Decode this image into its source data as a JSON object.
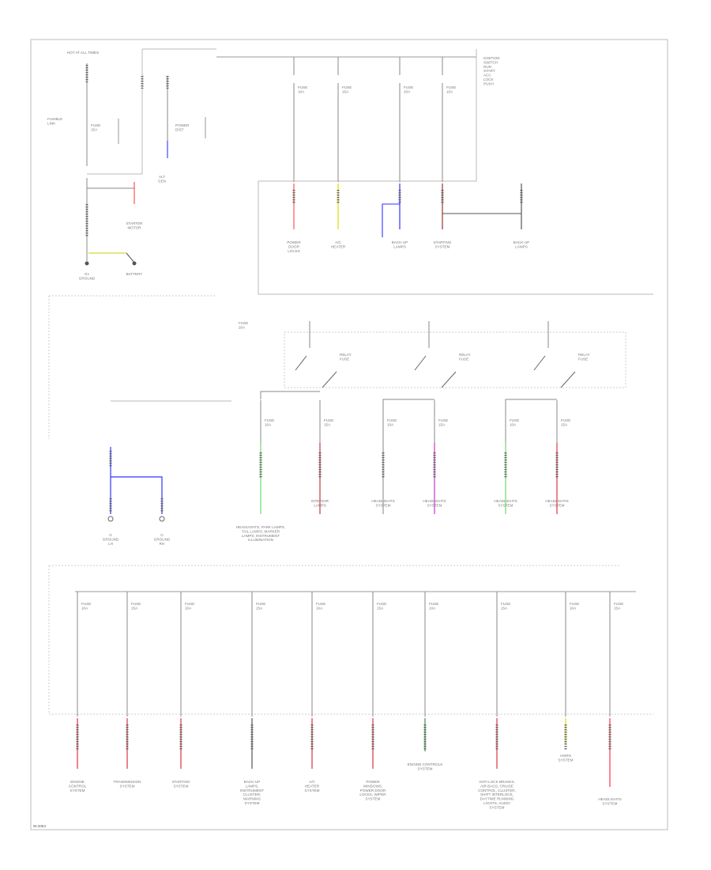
{
  "diagram": {
    "top_left": {
      "source_label": [
        "HOT AT ALL TIMES"
      ],
      "fusible_link_label": [
        "FUSIBLE",
        "LINK"
      ],
      "fuse_block_label": [
        "FUSE",
        "15A"
      ],
      "battery_label": [
        "BATTERY"
      ],
      "starter_label": [
        "STARTER",
        "MOTOR"
      ],
      "ground_label": [
        "G1",
        "GROUND"
      ],
      "alternator_label": [
        "ALT",
        "GEN"
      ],
      "power_label": [
        "POWER",
        "DIST"
      ]
    },
    "top_fuses": [
      {
        "label": [
          "FUSE",
          "10A"
        ]
      },
      {
        "label": [
          "FUSE",
          "15A"
        ]
      },
      {
        "label": [
          "FUSE",
          "20A"
        ]
      },
      {
        "label": [
          "FUSE",
          "10A"
        ]
      }
    ],
    "top_right_note": [
      "IGNITION",
      "SWITCH",
      "RUN",
      "START",
      "ACC",
      "LOCK",
      "PUSH"
    ],
    "top_loads": [
      {
        "label": [
          "POWER",
          "DOOR",
          "LOCKS"
        ]
      },
      {
        "label": [
          "A/C",
          "HEATER"
        ]
      },
      {
        "label": [
          "BACK-UP",
          "LAMPS"
        ]
      },
      {
        "label": [
          "STARTING",
          "SYSTEM"
        ]
      },
      {
        "label": [
          "BACK-UP",
          "LAMPS"
        ]
      }
    ],
    "relay_row": {
      "fuse_label": [
        "FUSE",
        "20A"
      ],
      "relays": [
        {
          "label": [
            "RELAY",
            "FUSE"
          ]
        },
        {
          "label": [
            "RELAY",
            "FUSE"
          ]
        },
        {
          "label": [
            "RELAY",
            "FUSE"
          ]
        }
      ]
    },
    "mid_fuses": [
      {
        "label": [
          "FUSE",
          "10A"
        ]
      },
      {
        "label": [
          "FUSE",
          "15A"
        ]
      },
      {
        "label": [
          "FUSE",
          "10A"
        ]
      },
      {
        "label": [
          "FUSE",
          "15A"
        ]
      },
      {
        "label": [
          "FUSE",
          "10A"
        ]
      },
      {
        "label": [
          "FUSE",
          "15A"
        ]
      }
    ],
    "mid_loads": [
      {
        "label": [
          "HEADLIGHTS, PARK LAMPS,",
          "TAIL LAMPS, MARKER",
          "LAMPS, INSTRUMENT",
          "ILLUMINATION"
        ]
      },
      {
        "label": [
          "INTERIOR",
          "LAMPS"
        ]
      },
      {
        "label": [
          "HEADLIGHTS",
          "SYSTEM"
        ]
      },
      {
        "label": [
          "HEADLIGHTS",
          "SYSTEM"
        ]
      },
      {
        "label": [
          "HEADLIGHTS",
          "SYSTEM"
        ]
      },
      {
        "label": [
          "HEADLIGHTS",
          "SYSTEM"
        ]
      }
    ],
    "grounds": [
      {
        "label": [
          "G",
          "GROUND",
          "LH"
        ]
      },
      {
        "label": [
          "G",
          "GROUND",
          "RH"
        ]
      }
    ],
    "bottom_fuses": [
      {
        "label": [
          "FUSE",
          "10A"
        ]
      },
      {
        "label": [
          "FUSE",
          "15A"
        ]
      },
      {
        "label": [
          "FUSE",
          "10A"
        ]
      },
      {
        "label": [
          "FUSE",
          "15A"
        ]
      },
      {
        "label": [
          "FUSE",
          "10A"
        ]
      },
      {
        "label": [
          "FUSE",
          "15A"
        ]
      },
      {
        "label": [
          "FUSE",
          "10A"
        ]
      },
      {
        "label": [
          "FUSE",
          "15A"
        ]
      },
      {
        "label": [
          "FUSE",
          "10A"
        ]
      },
      {
        "label": [
          "FUSE",
          "15A"
        ]
      }
    ],
    "bottom_loads": [
      {
        "label": [
          "ENGINE",
          "CONTROL",
          "SYSTEM"
        ]
      },
      {
        "label": [
          "TRANSMISSION",
          "SYSTEM"
        ]
      },
      {
        "label": [
          "STARTING",
          "SYSTEM"
        ]
      },
      {
        "label": [
          "BACK-UP",
          "LAMPS,",
          "INSTRUMENT",
          "CLUSTER,",
          "WARNING",
          "SYSTEM"
        ]
      },
      {
        "label": [
          "A/C",
          "HEATER",
          "SYSTEM"
        ]
      },
      {
        "label": [
          "POWER",
          "WINDOWS,",
          "POWER DOOR",
          "LOCKS, WIPER",
          "SYSTEM"
        ]
      },
      {
        "label": [
          "ENGINE CONTROLS",
          "SYSTEM"
        ]
      },
      {
        "label": [
          "ANTI-LOCK BRAKES,",
          "AIR BAGS, CRUISE",
          "CONTROL, CLUSTER,",
          "SHIFT INTERLOCK,",
          "DAYTIME RUNNING",
          "LIGHTS, AUDIO",
          "SYSTEM"
        ]
      },
      {
        "label": [
          "HORN",
          "SYSTEM"
        ]
      },
      {
        "label": [
          "HEADLIGHTS",
          "SYSTEM"
        ]
      }
    ],
    "footer_id": "W-2054"
  }
}
